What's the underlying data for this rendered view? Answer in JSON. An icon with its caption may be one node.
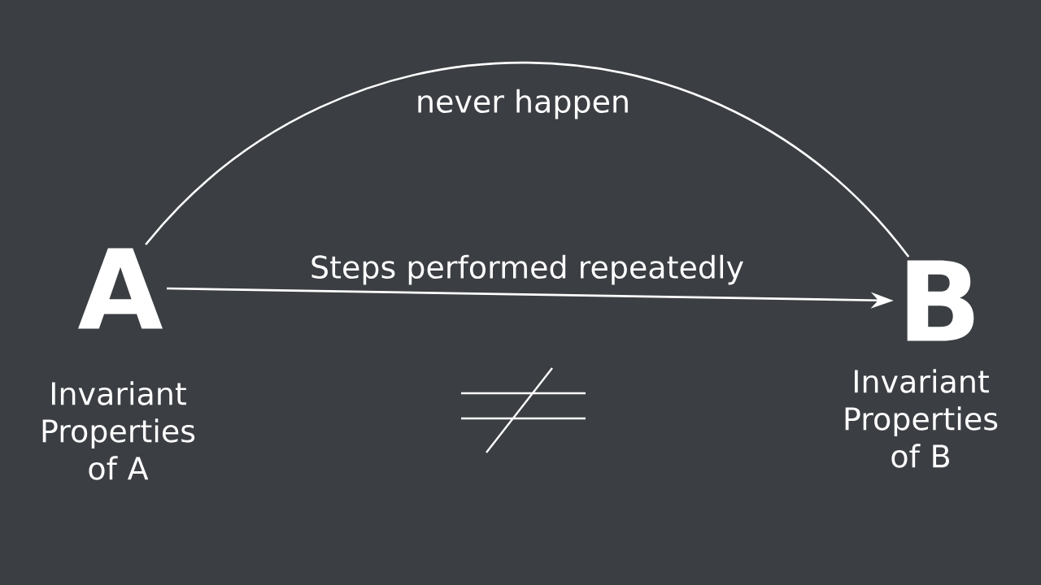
{
  "diagram": {
    "nodes": [
      {
        "text": [
          "A"
        ],
        "beside": [
          "Invariant Properties of A"
        ]
      },
      {
        "text": [
          "B"
        ],
        "beside": [
          "Invariant Properties of B"
        ]
      }
    ],
    "edges": [
      {
        "from": 0,
        "to": 1,
        "arrow": "none",
        "label": "never happen"
      },
      {
        "from": 0,
        "to": 1,
        "arrow": "to",
        "label": "Steps performed repeatedly"
      }
    ]
  }
}
